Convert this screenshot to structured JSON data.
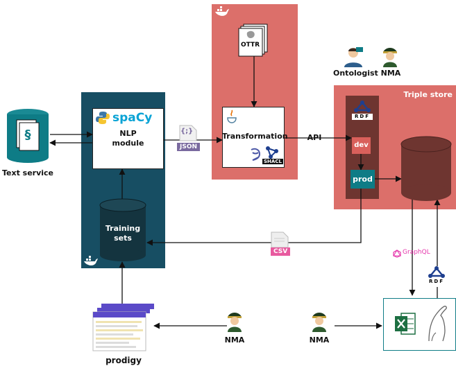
{
  "text_service": {
    "label": "Text service",
    "icon": "§"
  },
  "nlp": {
    "brand": "spaCy",
    "module_line1": "NLP",
    "module_line2": "module",
    "training_line1": "Training",
    "training_line2": "sets"
  },
  "json_badge": {
    "icon": "{;}",
    "label": "JSON"
  },
  "transformation": {
    "label": "Transformation",
    "ottr": "OTTR",
    "shacl": "SHACL"
  },
  "api": {
    "label": "API"
  },
  "triple_store": {
    "title": "Triple store",
    "rdf": "RDF",
    "dev": "dev",
    "prod": "prod"
  },
  "people": {
    "ontologist": "Ontologist",
    "nma_top": "NMA",
    "nma_left": "NMA",
    "nma_right": "NMA"
  },
  "csv_badge": {
    "label": "CSV"
  },
  "graphql": {
    "label": "GraphQL"
  },
  "rdf_bottom": {
    "label": "RDF"
  },
  "prodigy": {
    "label": "prodigy"
  },
  "colors": {
    "salmon": "#dc6f6a",
    "dark_teal": "#174e63",
    "teal": "#0e7c86",
    "maroon": "#6e3530",
    "graphql_pink": "#e535ab",
    "excel_green": "#1d6f42"
  }
}
